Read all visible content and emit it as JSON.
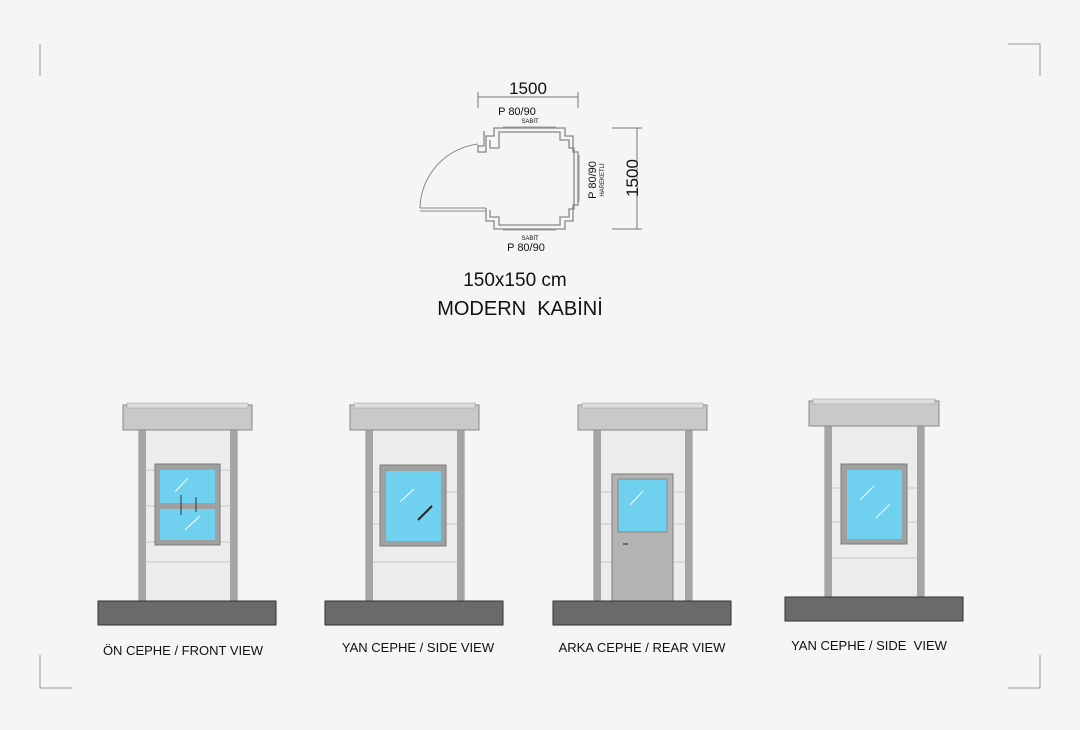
{
  "plan": {
    "top_width_dim": "1500",
    "right_height_dim": "1500",
    "top_window_label": "P 80/90",
    "top_window_note": "SABİT",
    "bottom_window_note": "SABİT",
    "bottom_window_label": "P 80/90",
    "right_window_label": "P 80/90",
    "right_window_note": "HAREKETLİ"
  },
  "title": {
    "size": "150x150 cm",
    "name": "MODERN  KABİNİ"
  },
  "views": [
    {
      "caption": "ÖN CEPHE / FRONT VIEW"
    },
    {
      "caption": "YAN CEPHE / SIDE VIEW"
    },
    {
      "caption": "ARKA CEPHE / REAR VIEW"
    },
    {
      "caption": "YAN CEPHE / SIDE  VIEW"
    }
  ],
  "colors": {
    "frame": "#9e9e9e",
    "glass": "#6fd0f0",
    "base": "#6a6a6a",
    "panel": "#ececec"
  }
}
